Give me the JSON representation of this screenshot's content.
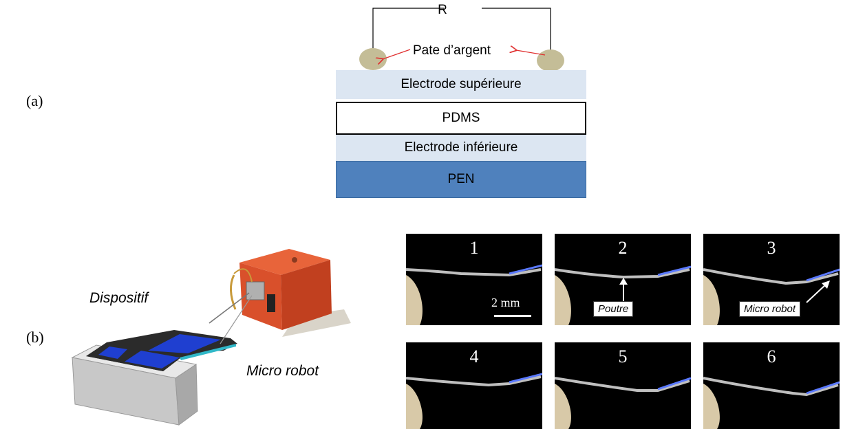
{
  "panel_a": {
    "label": "(a)",
    "resistor_label": "R",
    "silver_paste_label": "Pate d’argent",
    "layers": {
      "top_electrode": "Electrode supérieure",
      "pdms": "PDMS",
      "bottom_electrode": "Electrode inférieure",
      "pen": "PEN"
    },
    "colors": {
      "electrode": "#dce6f2",
      "pen": "#4f81bd",
      "paste": "#c4bd97",
      "arrow": "#e03030"
    }
  },
  "panel_b": {
    "label": "(b)",
    "device_label": "Dispositif",
    "robot_label": "Micro robot",
    "photos": [
      {
        "number": "1",
        "scale_bar": "2 mm"
      },
      {
        "number": "2",
        "callout": "Poutre"
      },
      {
        "number": "3",
        "callout": "Micro robot"
      },
      {
        "number": "4"
      },
      {
        "number": "5"
      },
      {
        "number": "6"
      }
    ],
    "colors": {
      "device_blue": "#1f3fd0",
      "device_dark": "#2b2b2b",
      "robot_orange": "#d9502b",
      "accent_cyan": "#30b8c8"
    }
  }
}
